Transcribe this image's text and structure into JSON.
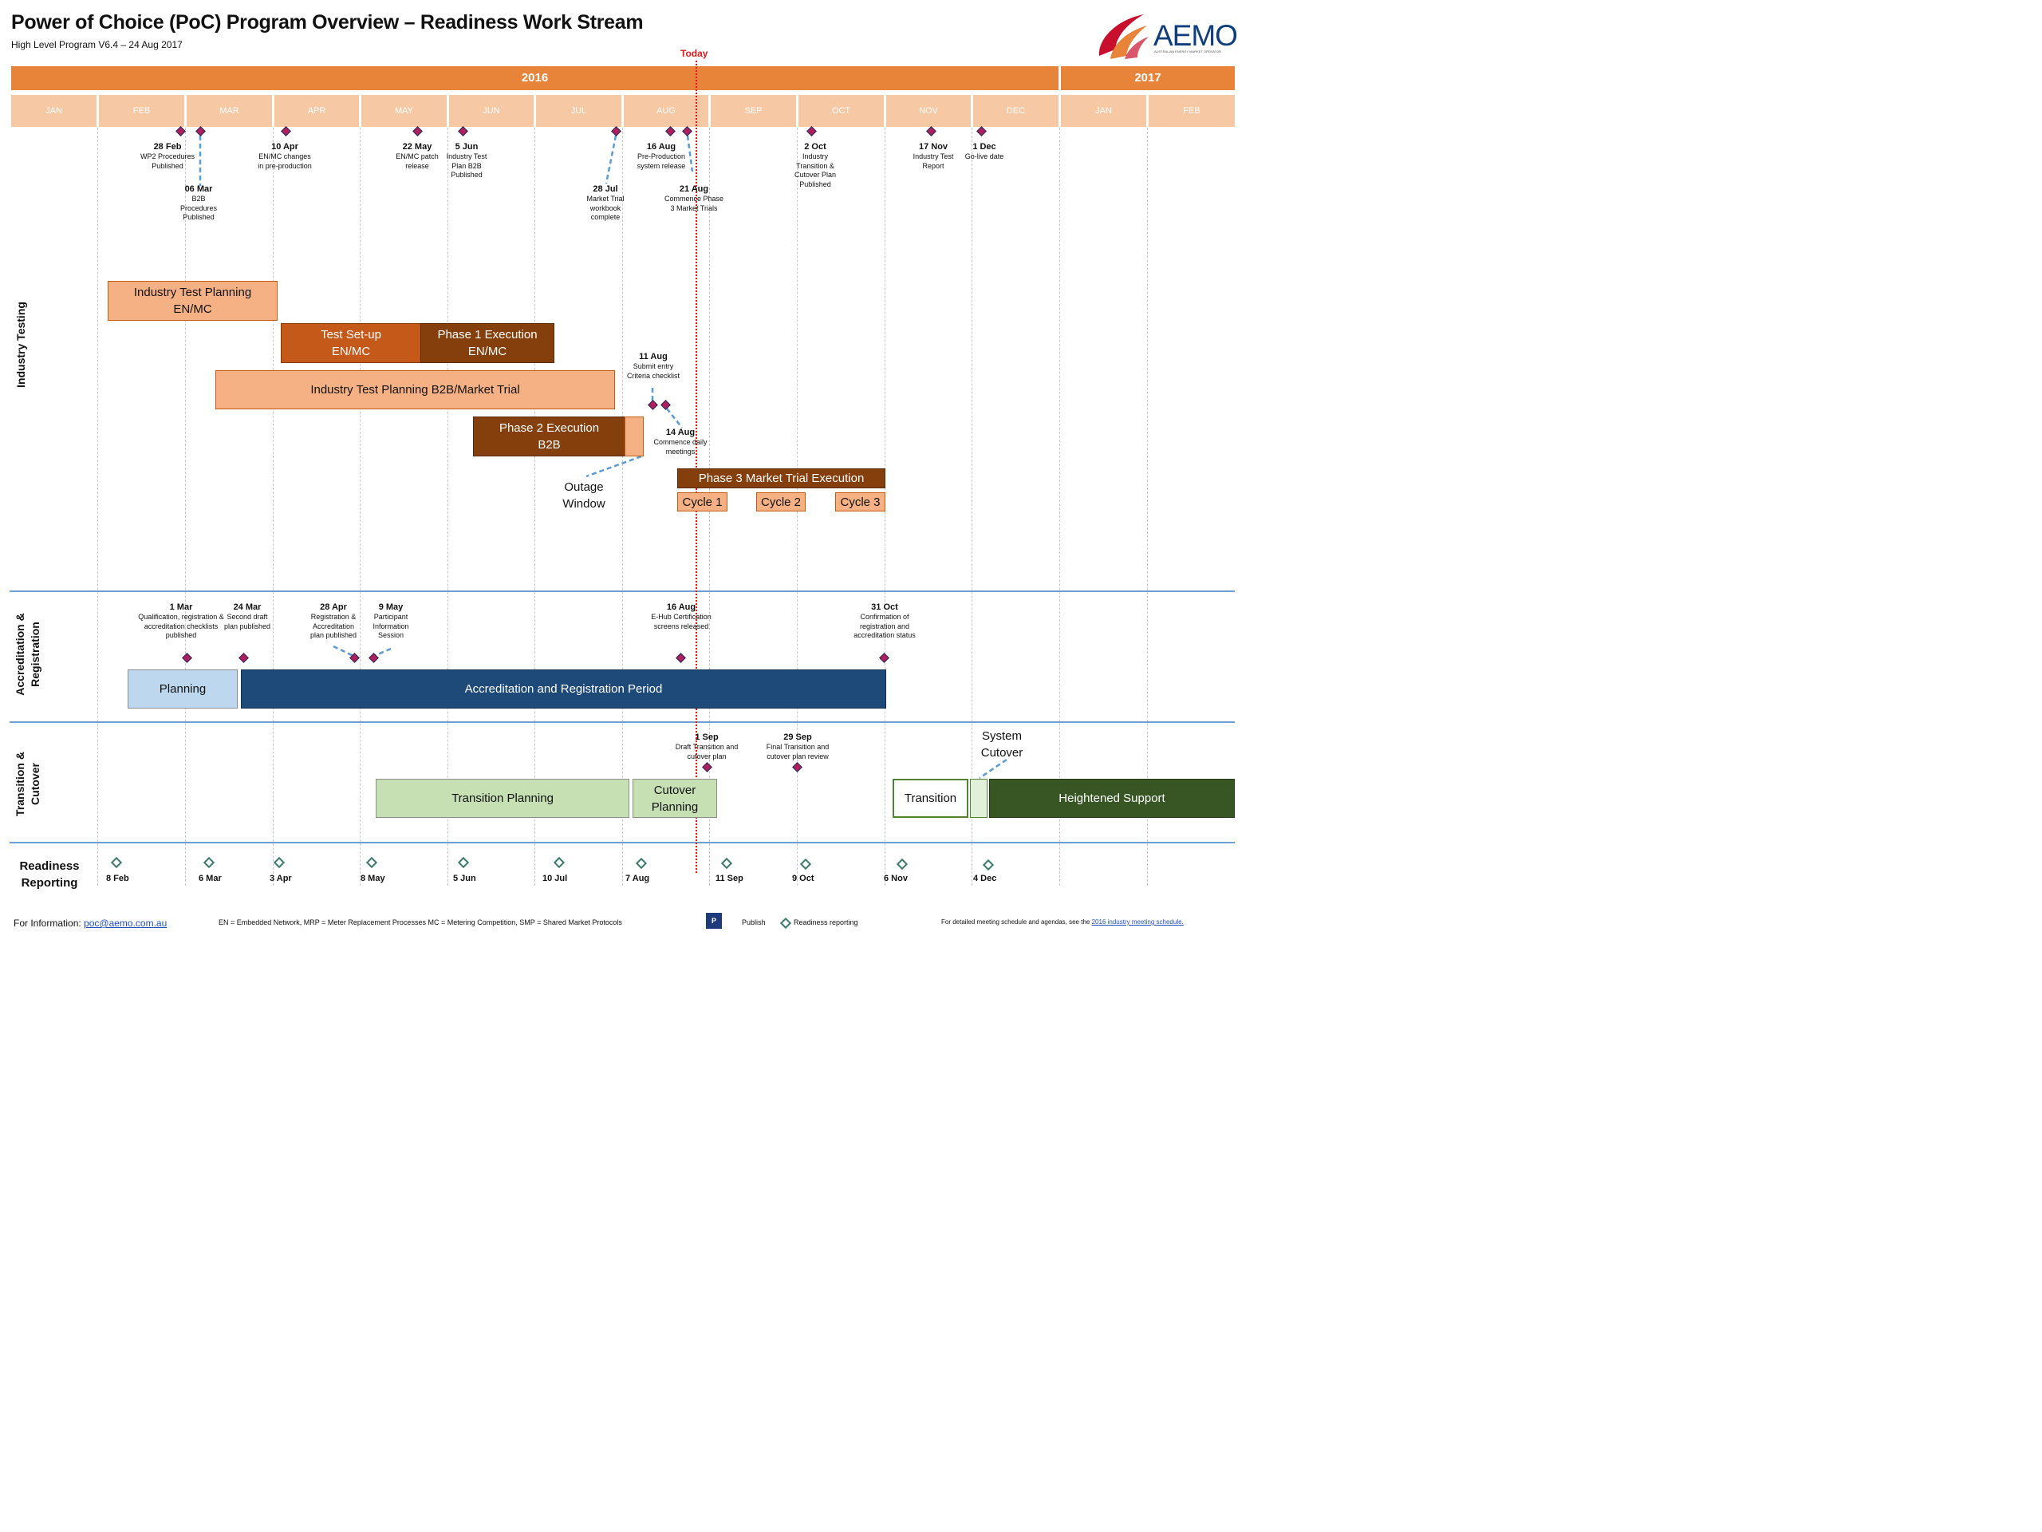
{
  "header": {
    "title": "Power of Choice (PoC) Program Overview – Readiness Work Stream",
    "subtitle": "High Level Program V6.4 – 24 Aug 2017",
    "logo": {
      "text": "AEMO",
      "tagline": "AUSTRALIAN ENERGY MARKET OPERATOR"
    }
  },
  "timeline": {
    "years": [
      "2016",
      "2017"
    ],
    "months": [
      "JAN",
      "FEB",
      "MAR",
      "APR",
      "MAY",
      "JUN",
      "JUL",
      "AUG",
      "SEP",
      "OCT",
      "NOV",
      "DEC",
      "JAN",
      "FEB"
    ],
    "today": "Today"
  },
  "lanes": {
    "industry_testing": "Industry Testing",
    "accreditation": [
      "Accreditation &",
      "Registration"
    ],
    "transition": [
      "Transition &",
      "Cutover"
    ],
    "readiness": [
      "Readiness",
      "Reporting"
    ]
  },
  "industry_testing": {
    "milestones": [
      {
        "date": "28 Feb",
        "text": "WP2 Procedures Published"
      },
      {
        "date": "06 Mar",
        "text": "B2B Procedures Published"
      },
      {
        "date": "10 Apr",
        "text": "EN/MC changes in pre-production"
      },
      {
        "date": "22 May",
        "text": "EN/MC patch release"
      },
      {
        "date": "5 Jun",
        "text": "Industry Test Plan B2B Published"
      },
      {
        "date": "28 Jul",
        "text": "Market Trial workbook complete"
      },
      {
        "date": "16 Aug",
        "text": "Pre-Production system release"
      },
      {
        "date": "21 Aug",
        "text": "Commence Phase 3 Market Trials"
      },
      {
        "date": "2 Oct",
        "text": "Industry Transition & Cutover Plan Published"
      },
      {
        "date": "17 Nov",
        "text": "Industry Test Report"
      },
      {
        "date": "1 Dec",
        "text": "Go-live date"
      },
      {
        "date": "11 Aug",
        "text": "Submit entry Criteria checklist"
      },
      {
        "date": "14 Aug",
        "text": "Commence daily meetings"
      }
    ],
    "bars": {
      "itp_enmc": [
        "Industry Test Planning",
        "EN/MC"
      ],
      "setup": [
        "Test Set-up",
        "EN/MC"
      ],
      "phase1": [
        "Phase 1 Execution",
        "EN/MC"
      ],
      "itp_b2b": "Industry Test Planning B2B/Market Trial",
      "phase2": [
        "Phase 2 Execution",
        "B2B"
      ],
      "phase3": "Phase 3 Market Trial Execution",
      "cycles": [
        "Cycle 1",
        "Cycle 2",
        "Cycle 3"
      ]
    },
    "outage": [
      "Outage",
      "Window"
    ]
  },
  "accreditation": {
    "milestones": [
      {
        "date": "1 Mar",
        "text": "Qualification, registration & accreditation checklists published"
      },
      {
        "date": "24 Mar",
        "text": "Second draft plan published"
      },
      {
        "date": "28 Apr",
        "text": "Registration & Accreditation plan published"
      },
      {
        "date": "9 May",
        "text": "Participant Information Session"
      },
      {
        "date": "16 Aug",
        "text": "E-Hub Certification screens released"
      },
      {
        "date": "31 Oct",
        "text": "Confirmation of registration and accreditation status"
      }
    ],
    "bars": {
      "planning": "Planning",
      "period": "Accreditation and Registration Period"
    }
  },
  "transition": {
    "milestones": [
      {
        "date": "1 Sep",
        "text": "Draft Transition and cutover plan"
      },
      {
        "date": "29 Sep",
        "text": "Final Transition and cutover plan review"
      }
    ],
    "system_cutover": [
      "System",
      "Cutover"
    ],
    "bars": {
      "planning": "Transition Planning",
      "cutover": [
        "Cutover",
        "Planning"
      ],
      "transition": "Transition",
      "support": "Heightened Support"
    }
  },
  "readiness_dates": [
    "8 Feb",
    "6 Mar",
    "3 Apr",
    "8 May",
    "5 Jun",
    "10 Jul",
    "7 Aug",
    "11 Sep",
    "9 Oct",
    "6 Nov",
    "4 Dec"
  ],
  "footer": {
    "info_label": "For Information:",
    "email": "poc@aemo.com.au",
    "abbreviations": "EN = Embedded Network, MRP = Meter Replacement Processes   MC = Metering Competition, SMP = Shared Market Protocols",
    "publish_icon": "P",
    "publish_label": "Publish",
    "readiness_legend": "Readiness reporting",
    "schedule_prefix": "For detailed meeting schedule and agendas, see the",
    "schedule_link": "2016 industry meeting schedule."
  },
  "colors": {
    "orange": "#e8833a",
    "month_bg": "#f6c8a4",
    "light_orange_bar": "#f5b183",
    "dark_orange_bar": "#c5591a",
    "brown_bar": "#843f0c",
    "blue_dark": "#1e4a7a",
    "blue_light": "#bdd7ee",
    "green_light": "#c6e0b4",
    "green_dark": "#375623",
    "milestone": "#b01f5d",
    "today": "#e21818"
  }
}
